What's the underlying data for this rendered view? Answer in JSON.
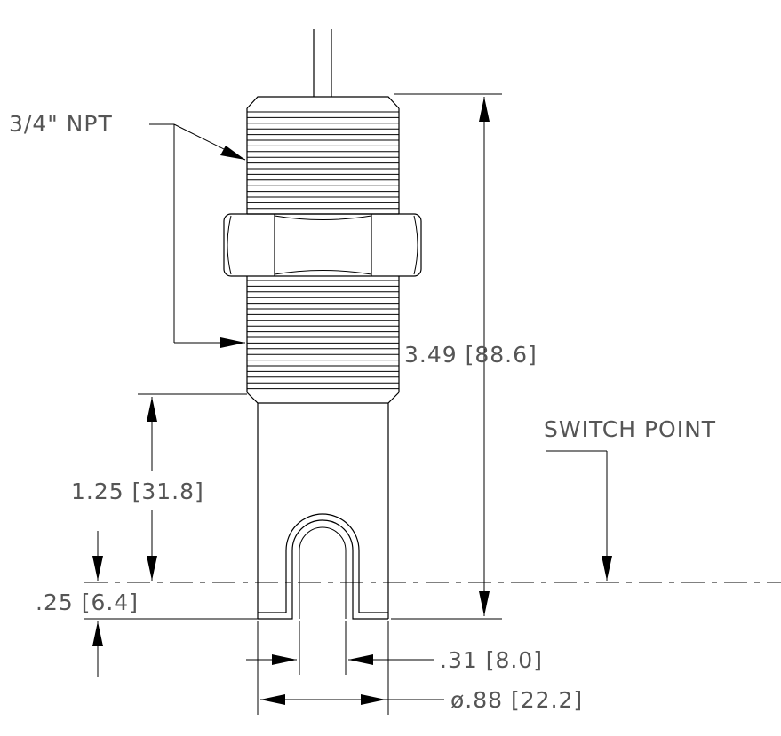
{
  "labels": {
    "thread": "3/4\" NPT",
    "overall_length": "3.49 [88.6]",
    "stem_length": "1.25 [31.8]",
    "switch_offset": ".25 [6.4]",
    "slot_width": ".31 [8.0]",
    "diameter": "ø.88 [22.2]",
    "switch_point": "SWITCH POINT"
  },
  "colors": {
    "line": "#000000",
    "text": "#555555"
  }
}
